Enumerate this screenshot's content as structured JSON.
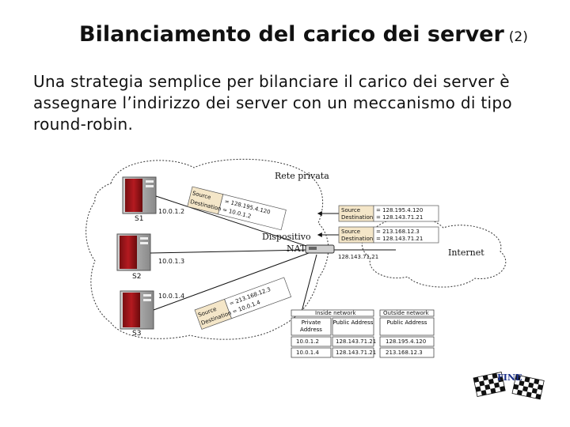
{
  "slide": {
    "title": "Bilanciamento del carico dei server",
    "title_number": "(2)",
    "intro": "Una strategia semplice per bilanciare il carico dei server è assegnare l’indirizzo dei server con un meccanismo di tipo round-robin."
  },
  "diagram": {
    "private_network_label": "Rete privata",
    "internet_label": "Internet",
    "nat_label_line1": "Dispositivo",
    "nat_label_line2": "NAT",
    "nat_address": "128.143.71.21",
    "servers": [
      {
        "name": "S1",
        "address": "10.0.1.2"
      },
      {
        "name": "S2",
        "address": "10.0.1.3"
      },
      {
        "name": "S3",
        "address": "10.0.1.4"
      }
    ],
    "packets": {
      "s1_left_source": "Source",
      "s1_left_destination": "Destination",
      "s1_right_source": "= 128.195.4.120",
      "s1_right_destination": "= 10.0.1.2",
      "s3_left_source": "Source",
      "s3_left_destination": "Destination",
      "s3_right_source": "= 213.168.12.3",
      "s3_right_destination": "= 10.0.1.4",
      "top_source_label": "Source",
      "top_source_value": "= 128.195.4.120",
      "top_destination_label": "Destination",
      "top_destination_value": "= 128.143.71.21",
      "mid_source_label": "Source",
      "mid_source_value": "= 213.168.12.3",
      "mid_destination_label": "Destination",
      "mid_destination_value": "= 128.143.71.21"
    },
    "table": {
      "inside_header": "Inside network",
      "outside_header": "Outside network",
      "col1": "Private Address",
      "col2": "Public Address",
      "col3": "Public Address",
      "rows": [
        [
          "10.0.1.2",
          "128.143.71.21",
          "128.195.4.120"
        ],
        [
          "10.0.1.4",
          "128.143.71.21",
          "213.168.12.3"
        ]
      ]
    }
  },
  "logo": {
    "text": "FINE"
  }
}
